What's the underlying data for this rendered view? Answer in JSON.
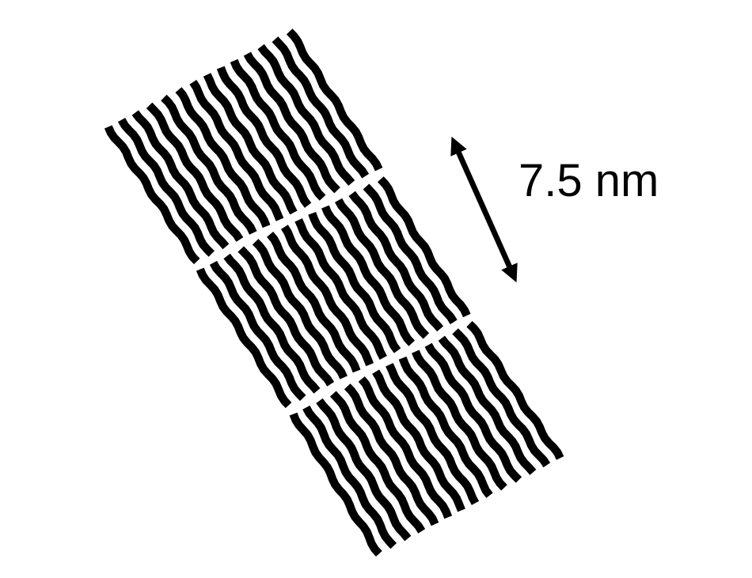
{
  "diagram": {
    "background": "#ffffff",
    "ink": "#000000",
    "block_count": 3,
    "strands_per_block": 14,
    "scale_bar": {
      "label": "7.5 nm",
      "arrow": "double-headed"
    }
  }
}
